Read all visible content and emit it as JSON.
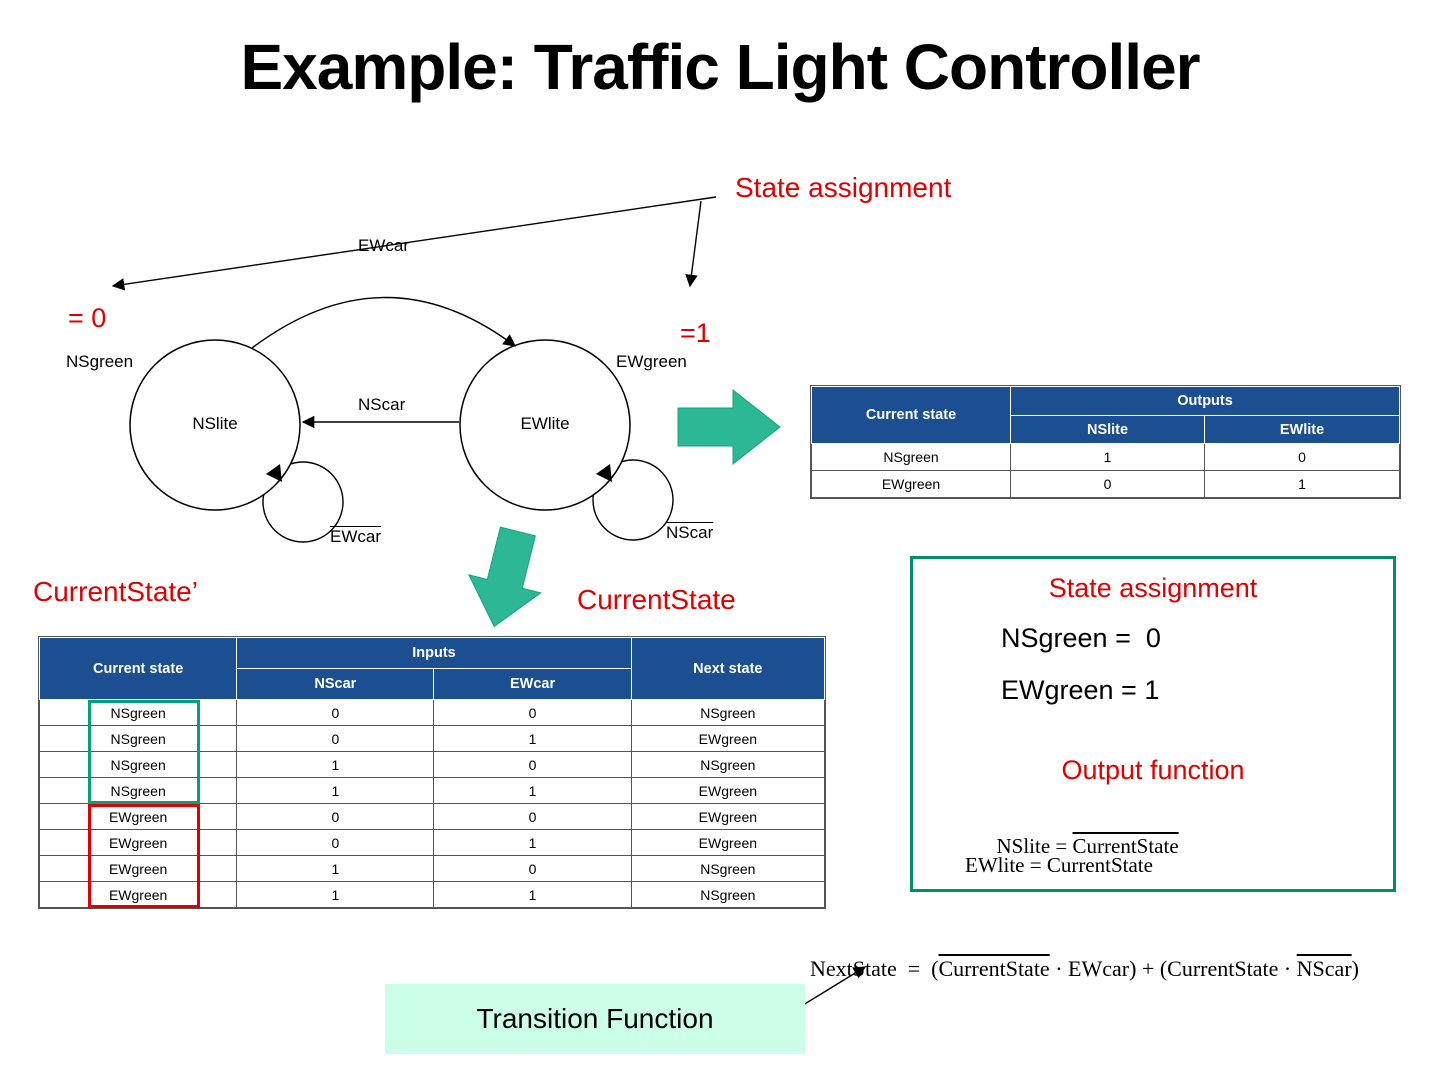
{
  "slide": {
    "title": "Example: Traffic Light Controller"
  },
  "diagram": {
    "state_assignment_label": "State assignment",
    "ns_assign": "= 0",
    "ew_assign": "=1",
    "left_state_outer": "NSgreen",
    "right_state_outer": "EWgreen",
    "left_state": "NSlite",
    "right_state": "EWlite",
    "arc_label": "EWcar",
    "back_arrow_label": "NScar",
    "left_loop_label": "EWcar",
    "right_loop_label": "NScar",
    "current_state_prime": "CurrentState’",
    "current_state": "CurrentState"
  },
  "outputs_table": {
    "col_current_state": "Current state",
    "col_outputs": "Outputs",
    "col_nslite": "NSlite",
    "col_ewlite": "EWlite",
    "rows": [
      {
        "state": "NSgreen",
        "nslite": "1",
        "ewlite": "0"
      },
      {
        "state": "EWgreen",
        "nslite": "0",
        "ewlite": "1"
      }
    ]
  },
  "transition_table": {
    "col_current_state": "Current state",
    "col_inputs": "Inputs",
    "col_nscar": "NScar",
    "col_ewcar": "EWcar",
    "col_next_state": "Next state",
    "rows": [
      {
        "current": "NSgreen",
        "nscar": "0",
        "ewcar": "0",
        "next": "NSgreen"
      },
      {
        "current": "NSgreen",
        "nscar": "0",
        "ewcar": "1",
        "next": "EWgreen"
      },
      {
        "current": "NSgreen",
        "nscar": "1",
        "ewcar": "0",
        "next": "NSgreen"
      },
      {
        "current": "NSgreen",
        "nscar": "1",
        "ewcar": "1",
        "next": "EWgreen"
      },
      {
        "current": "EWgreen",
        "nscar": "0",
        "ewcar": "0",
        "next": "EWgreen"
      },
      {
        "current": "EWgreen",
        "nscar": "0",
        "ewcar": "1",
        "next": "EWgreen"
      },
      {
        "current": "EWgreen",
        "nscar": "1",
        "ewcar": "0",
        "next": "NSgreen"
      },
      {
        "current": "EWgreen",
        "nscar": "1",
        "ewcar": "1",
        "next": "NSgreen"
      }
    ]
  },
  "assignment_box": {
    "title": "State assignment",
    "ns_line": "NSgreen =  0",
    "ew_line": "EWgreen = 1",
    "output_title": "Output function",
    "nslite_eq_lhs": "NSlite = ",
    "nslite_eq_ov": "CurrentState",
    "ewlite_eq": "EWlite = CurrentState"
  },
  "next_state_equation": {
    "p1": "NextState  =  (",
    "ov1": "CurrentState",
    "p2": " · EWcar) + (CurrentState · ",
    "ov2": "NScar",
    "p3": ")"
  },
  "transition_function_label": "Transition Function",
  "colors": {
    "table_header_blue": "#1b4f91",
    "accent_red": "#e00000",
    "arrow_green": "#2cb894",
    "box_border_green": "#008f68",
    "highlight_green": "#00a276",
    "highlight_red": "#e00000",
    "callout_bg": "#ccffe8"
  }
}
